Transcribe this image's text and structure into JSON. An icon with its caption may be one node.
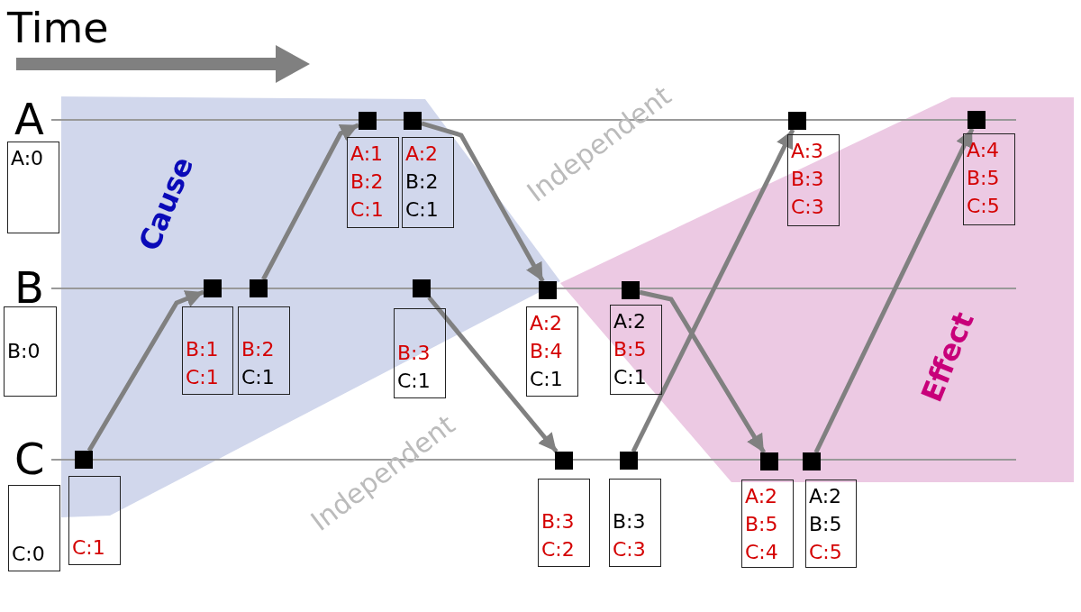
{
  "diagram": {
    "nodes": [
      {
        "text": [
          "A:0"
        ]
      },
      {
        "text": [
          "B:0"
        ]
      },
      {
        "text": [
          "C:0"
        ]
      },
      {
        "text": [],
        "shape": "box"
      },
      {
        "text": [
          "C:1"
        ]
      },
      {
        "text": [],
        "shape": "box"
      },
      {
        "text": [
          "B:1",
          "C:1"
        ]
      },
      {
        "text": [],
        "shape": "box"
      },
      {
        "text": [
          "B:2",
          "C:1"
        ]
      },
      {
        "text": [],
        "shape": "box"
      },
      {
        "text": [
          "A:1",
          "B:2",
          "C:1"
        ]
      },
      {
        "text": [],
        "shape": "box"
      },
      {
        "text": [
          "A:2",
          "B:2",
          "C:1"
        ]
      },
      {
        "text": [],
        "shape": "box"
      },
      {
        "text": [
          "B:3",
          "C:1"
        ]
      },
      {
        "text": [],
        "shape": "box"
      },
      {
        "text": [
          "A:2",
          "B:4",
          "C:1"
        ]
      },
      {
        "text": [],
        "shape": "box"
      },
      {
        "text": [
          "B:3",
          "C:2"
        ]
      },
      {
        "text": [],
        "shape": "box"
      },
      {
        "text": [
          "B:3",
          "C:3"
        ]
      },
      {
        "text": [],
        "shape": "box"
      },
      {
        "text": [
          "A:2",
          "B:5",
          "C:1"
        ]
      },
      {
        "text": [],
        "shape": "box"
      },
      {
        "text": [
          "A:3",
          "B:3",
          "C:3"
        ]
      },
      {
        "text": [],
        "shape": "box"
      },
      {
        "text": [
          "A:2",
          "B:5",
          "C:4"
        ]
      },
      {
        "text": [],
        "shape": "box"
      },
      {
        "text": [
          "A:2",
          "B:5",
          "C:5"
        ]
      },
      {
        "text": [],
        "shape": "box"
      },
      {
        "text": [
          "A:4",
          "B:5",
          "C:5"
        ]
      }
    ],
    "edges": [
      {
        "from": 3,
        "to": 5,
        "arrow": "to"
      },
      {
        "from": 7,
        "to": 9,
        "arrow": "to"
      },
      {
        "from": 11,
        "to": 15,
        "arrow": "to"
      },
      {
        "from": 13,
        "to": 17,
        "arrow": "to"
      },
      {
        "from": 19,
        "to": 23,
        "arrow": "to"
      },
      {
        "from": 21,
        "to": 25,
        "arrow": "to"
      },
      {
        "from": 27,
        "to": 29,
        "arrow": "to"
      }
    ],
    "labels": [
      "Time",
      "A",
      "B",
      "C",
      "Cause",
      "Independent",
      "Independent",
      "Effect"
    ]
  }
}
